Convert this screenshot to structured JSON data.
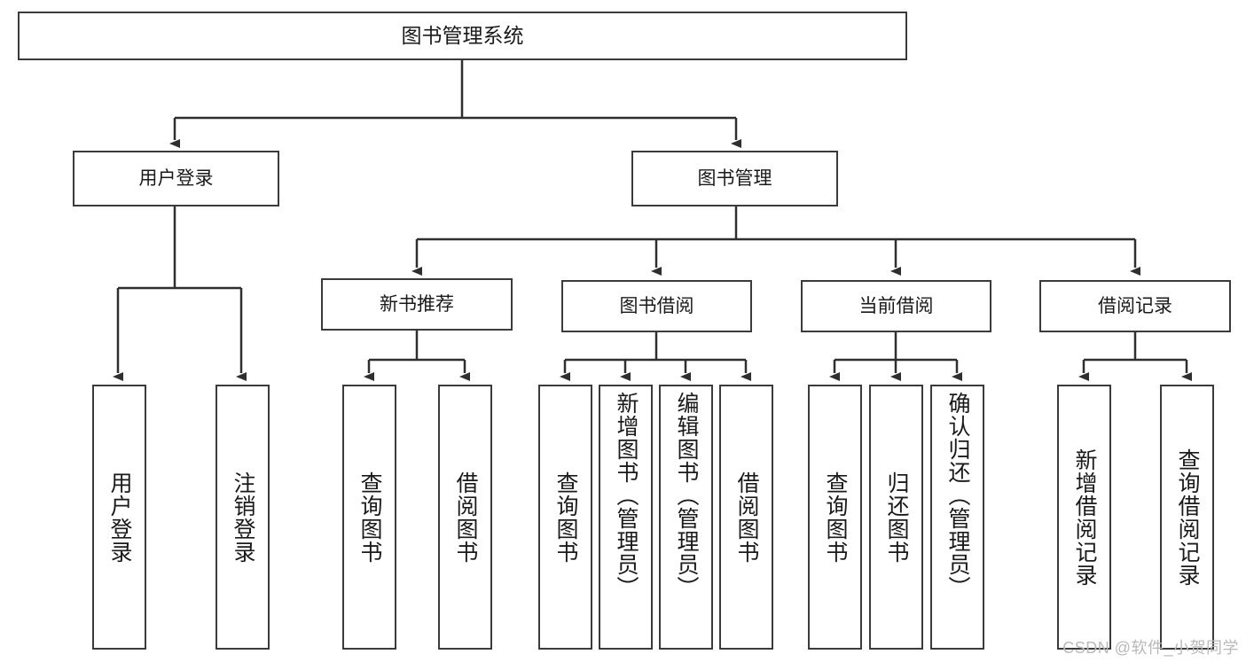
{
  "diagram": {
    "type": "tree-hierarchy",
    "title": "图书管理系统",
    "background_color": "#ffffff",
    "border_color": "#3b3b3b",
    "text_color": "#1a1a1a",
    "root": {
      "label": "图书管理系统"
    },
    "level1": [
      {
        "label": "用户登录"
      },
      {
        "label": "图书管理"
      }
    ],
    "level2": [
      {
        "label": "新书推荐"
      },
      {
        "label": "图书借阅"
      },
      {
        "label": "当前借阅"
      },
      {
        "label": "借阅记录"
      }
    ],
    "leaves": {
      "user_login": [
        {
          "label": "用户登录"
        },
        {
          "label": "注销登录"
        }
      ],
      "new_book_recommend": [
        {
          "label": "查询图书"
        },
        {
          "label": "借阅图书"
        }
      ],
      "book_borrow": [
        {
          "label": "查询图书"
        },
        {
          "label": "新增图书（管理员）"
        },
        {
          "label": "编辑图书（管理员）"
        },
        {
          "label": "借阅图书"
        }
      ],
      "current_borrow": [
        {
          "label": "查询图书"
        },
        {
          "label": "归还图书"
        },
        {
          "label": "确认归还（管理员）"
        }
      ],
      "borrow_record": [
        {
          "label": "新增借阅记录"
        },
        {
          "label": "查询借阅记录"
        }
      ]
    }
  },
  "watermark": {
    "text": "CSDN @软件_小贺同学",
    "color": "#b9b9b9"
  }
}
